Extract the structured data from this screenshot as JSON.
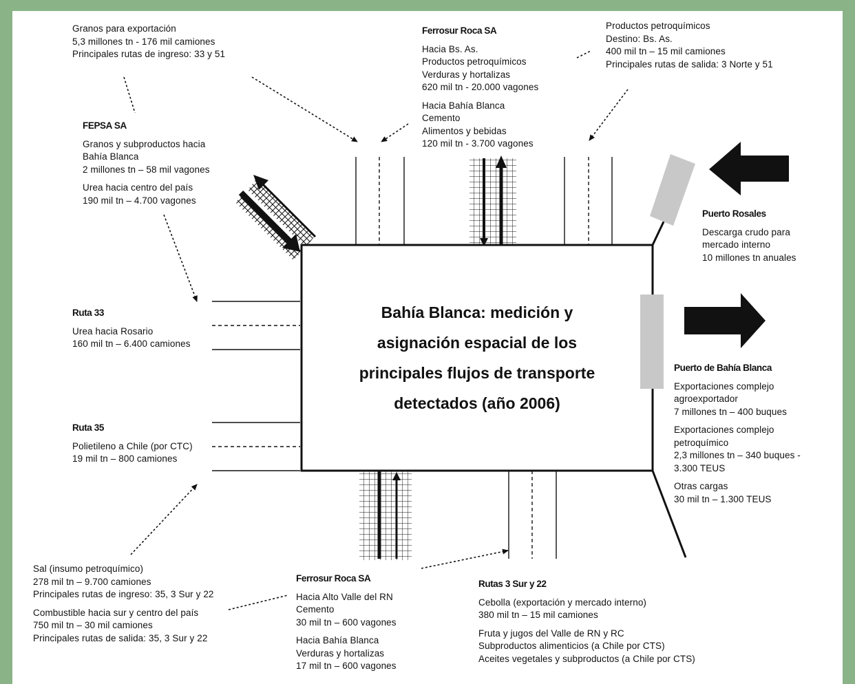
{
  "diagram": {
    "title_lines": [
      "Bahía Blanca: medición y",
      "asignación espacial de los",
      "principales flujos de transporte",
      "detectados (año 2006)"
    ],
    "granos": {
      "lines": [
        "Granos para exportación",
        "5,3 millones tn - 176 mil camiones",
        "Principales rutas de ingreso: 33 y 51"
      ]
    },
    "ferrosur_top": {
      "heading": "Ferrosur Roca SA",
      "group1": [
        "Hacia Bs. As.",
        "Productos petroquímicos",
        "Verduras y hortalizas",
        "620 mil tn - 20.000 vagones"
      ],
      "group2": [
        "Hacia Bahía Blanca",
        "Cemento",
        "Alimentos y bebidas",
        "120 mil tn - 3.700 vagones"
      ]
    },
    "petroquimicos": {
      "lines": [
        "Productos petroquímicos",
        "Destino: Bs. As.",
        "400 mil tn – 15 mil camiones",
        "Principales rutas de salida: 3 Norte y 51"
      ]
    },
    "fepsa": {
      "heading": "FEPSA SA",
      "group1": [
        "Granos y subproductos hacia",
        "Bahía Blanca",
        "2 millones tn – 58 mil vagones"
      ],
      "group2": [
        "Urea hacia centro del país",
        "190 mil tn – 4.700 vagones"
      ]
    },
    "puerto_rosales": {
      "heading": "Puerto Rosales",
      "lines": [
        "Descarga crudo para",
        "mercado interno",
        "10 millones tn anuales"
      ]
    },
    "ruta33": {
      "heading": "Ruta 33",
      "lines": [
        "Urea hacia Rosario",
        "160 mil tn – 6.400 camiones"
      ]
    },
    "ruta35": {
      "heading": "Ruta 35",
      "lines": [
        "Polietileno a Chile (por CTC)",
        "19 mil tn – 800 camiones"
      ]
    },
    "puerto_bb": {
      "heading": "Puerto de Bahía Blanca",
      "group1": [
        "Exportaciones complejo",
        "agroexportador",
        "7 millones tn – 400 buques"
      ],
      "group2": [
        "Exportaciones complejo",
        "petroquímico",
        "2,3 millones tn – 340 buques -",
        "3.300 TEUS"
      ],
      "group3": [
        "Otras cargas",
        "30 mil tn – 1.300 TEUS"
      ]
    },
    "sal": {
      "group1": [
        "Sal (insumo petroquímico)",
        "278 mil tn – 9.700 camiones",
        "Principales rutas de ingreso: 35, 3 Sur y 22"
      ],
      "group2": [
        "Combustible hacia sur y centro del país",
        "750 mil tn – 30 mil camiones",
        "Principales rutas de salida: 35, 3 Sur y 22"
      ]
    },
    "ferrosur_bottom": {
      "heading": "Ferrosur Roca SA",
      "group1": [
        "Hacia Alto Valle del RN",
        "Cemento",
        "30 mil tn – 600 vagones"
      ],
      "group2": [
        "Hacia Bahía Blanca",
        "Verduras y hortalizas",
        "17 mil tn – 600 vagones"
      ]
    },
    "rutas3sur": {
      "heading": "Rutas 3 Sur y 22",
      "group1": [
        "Cebolla (exportación y mercado interno)",
        "380 mil tn – 15 mil camiones"
      ],
      "group2": [
        "Fruta y jugos del Valle de RN y RC",
        "Subproductos alimenticios (a Chile por CTS)",
        "Aceites vegetales y subproductos (a Chile por CTS)"
      ]
    },
    "colors": {
      "frame": "#8ab487",
      "port_block": "#c8c8c8",
      "ink": "#111111"
    }
  }
}
